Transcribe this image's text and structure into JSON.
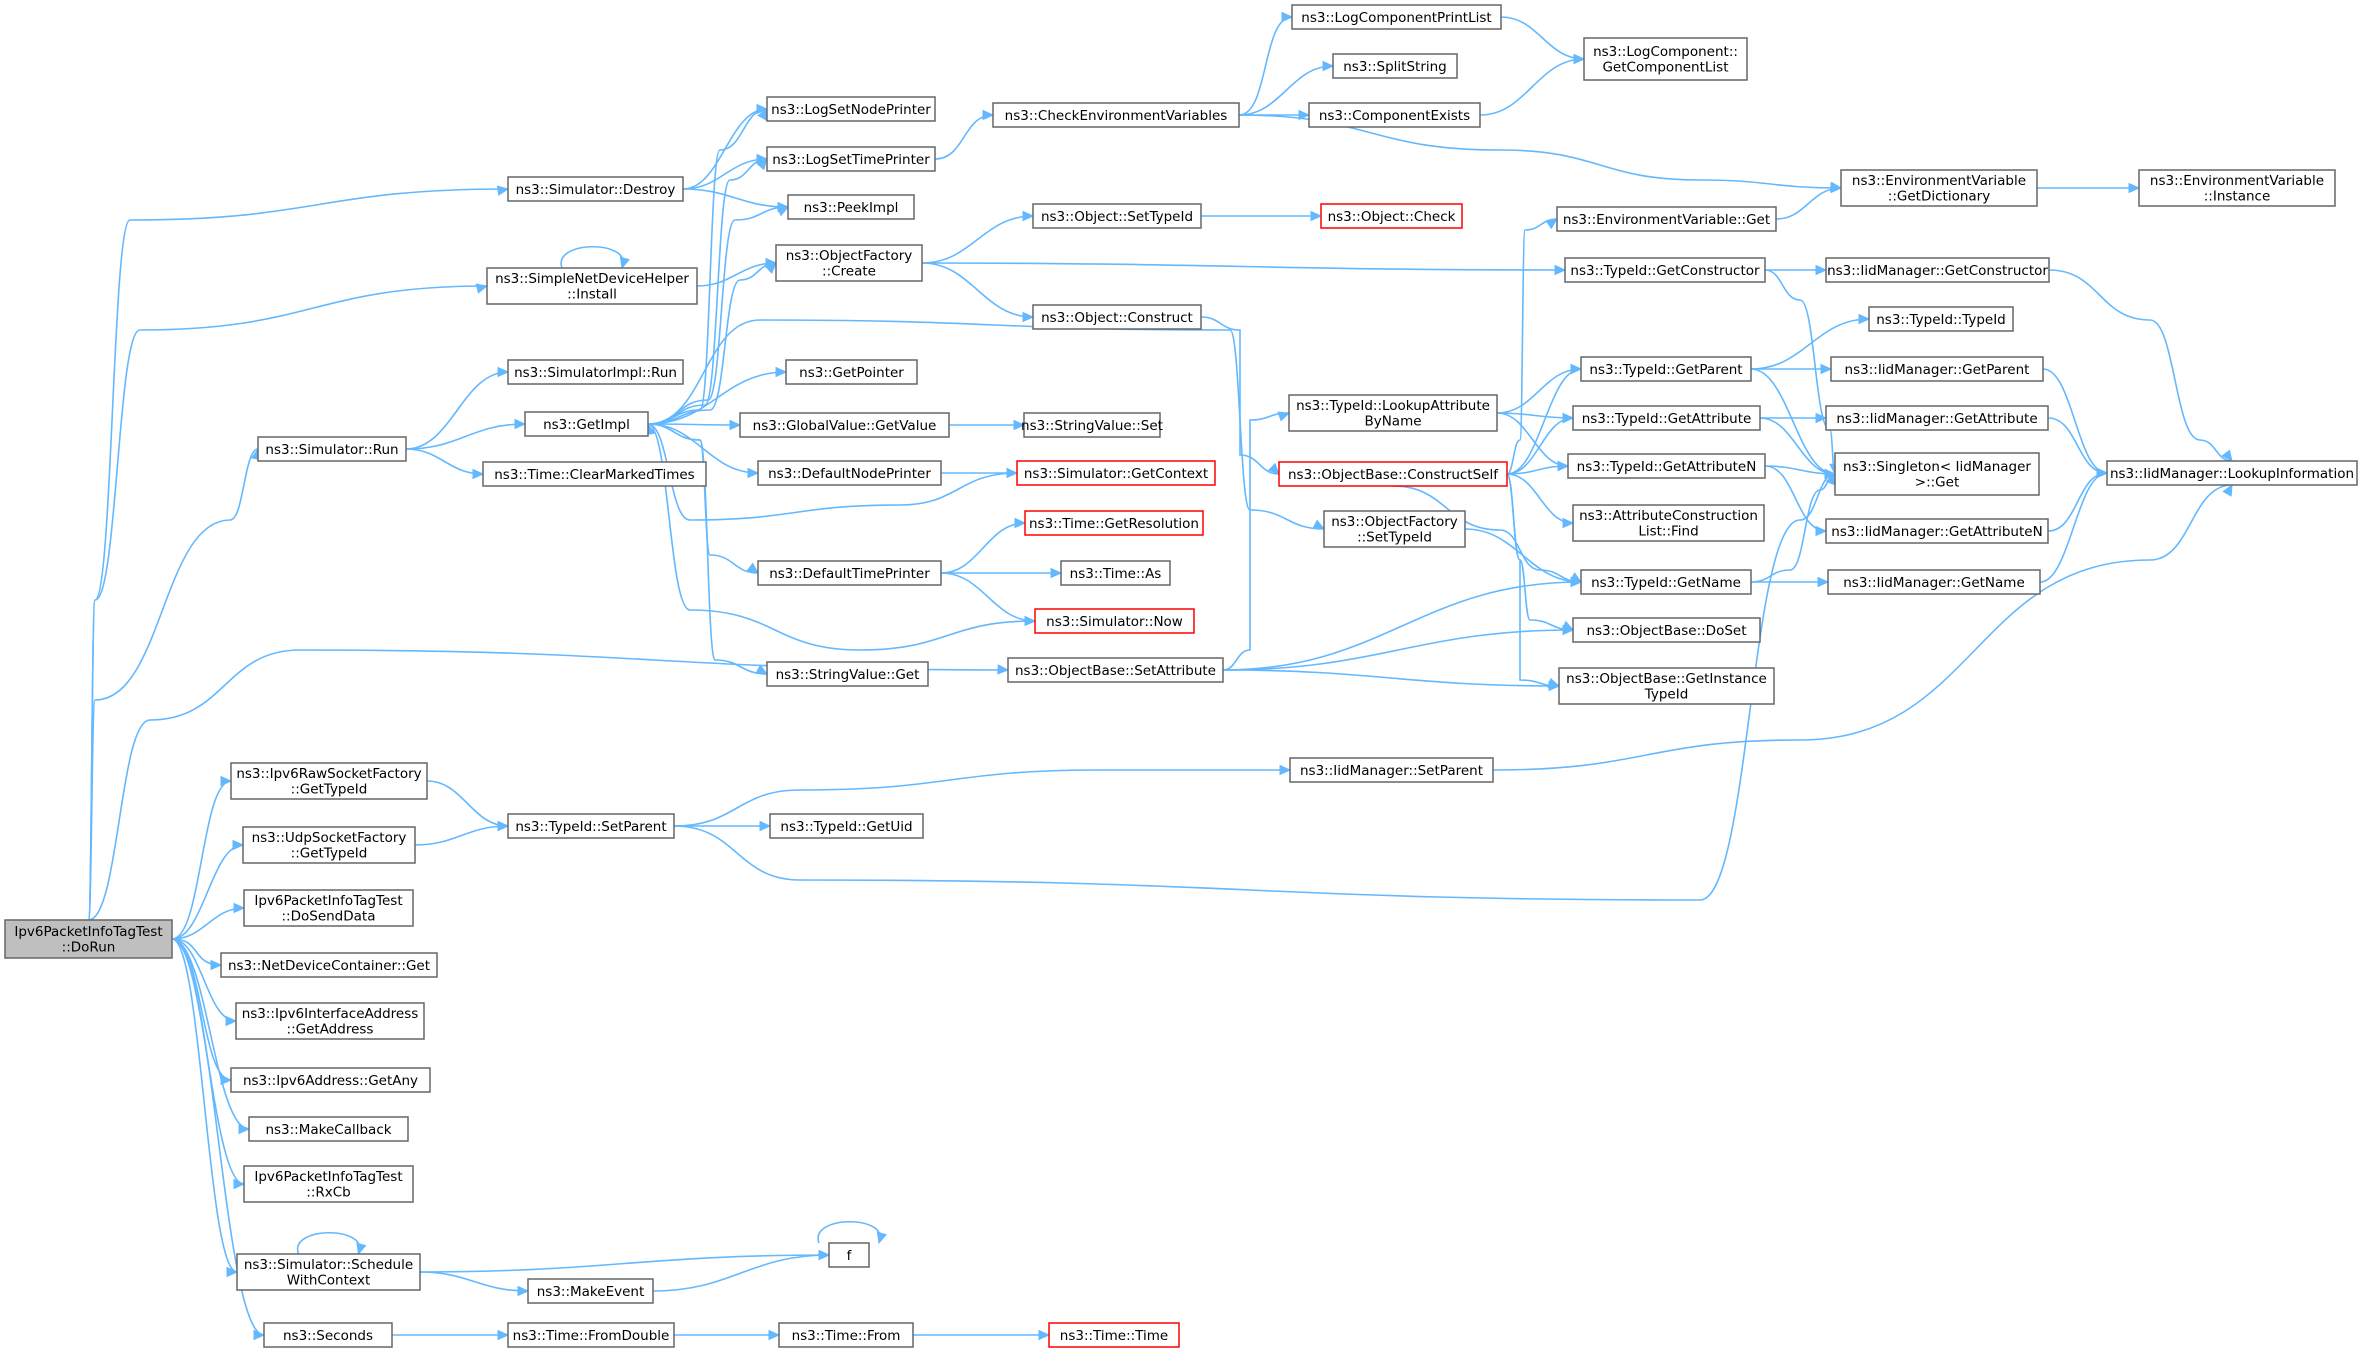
{
  "colors": {
    "edge": "#63b8ff",
    "node_border": "#666666",
    "node_fill": "#ffffff",
    "root_fill": "#bfbfbf",
    "truncated_border": "#ff0000"
  },
  "nodes": [
    {
      "id": "dorun",
      "label": [
        "Ipv6PacketInfoTagTest",
        "::DoRun"
      ],
      "style": "root"
    },
    {
      "id": "sim_destroy",
      "label": [
        "ns3::Simulator::Destroy"
      ]
    },
    {
      "id": "sndh_install",
      "label": [
        "ns3::SimpleNetDeviceHelper",
        "::Install"
      ]
    },
    {
      "id": "simimpl_run",
      "label": [
        "ns3::SimulatorImpl::Run"
      ]
    },
    {
      "id": "sim_run",
      "label": [
        "ns3::Simulator::Run"
      ]
    },
    {
      "id": "getimpl",
      "label": [
        "ns3::GetImpl"
      ]
    },
    {
      "id": "clearmarked",
      "label": [
        "ns3::Time::ClearMarkedTimes"
      ]
    },
    {
      "id": "logsetnode",
      "label": [
        "ns3::LogSetNodePrinter"
      ]
    },
    {
      "id": "logsettime",
      "label": [
        "ns3::LogSetTimePrinter"
      ]
    },
    {
      "id": "peekimpl",
      "label": [
        "ns3::PeekImpl"
      ]
    },
    {
      "id": "objf_create",
      "label": [
        "ns3::ObjectFactory",
        "::Create"
      ]
    },
    {
      "id": "getpointer",
      "label": [
        "ns3::GetPointer"
      ]
    },
    {
      "id": "gv_getvalue",
      "label": [
        "ns3::GlobalValue::GetValue"
      ]
    },
    {
      "id": "defnodeprinter",
      "label": [
        "ns3::DefaultNodePrinter"
      ]
    },
    {
      "id": "deftimeprinter",
      "label": [
        "ns3::DefaultTimePrinter"
      ]
    },
    {
      "id": "strval_get",
      "label": [
        "ns3::StringValue::Get"
      ]
    },
    {
      "id": "checkenv",
      "label": [
        "ns3::CheckEnvironmentVariables"
      ]
    },
    {
      "id": "obj_settypeid",
      "label": [
        "ns3::Object::SetTypeId"
      ]
    },
    {
      "id": "obj_construct",
      "label": [
        "ns3::Object::Construct"
      ]
    },
    {
      "id": "strval_set",
      "label": [
        "ns3::StringValue::Set"
      ]
    },
    {
      "id": "sim_getcontext",
      "label": [
        "ns3::Simulator::GetContext"
      ],
      "style": "truncated"
    },
    {
      "id": "time_getres",
      "label": [
        "ns3::Time::GetResolution"
      ],
      "style": "truncated"
    },
    {
      "id": "time_as",
      "label": [
        "ns3::Time::As"
      ]
    },
    {
      "id": "sim_now",
      "label": [
        "ns3::Simulator::Now"
      ],
      "style": "truncated"
    },
    {
      "id": "obj_check",
      "label": [
        "ns3::Object::Check"
      ],
      "style": "truncated"
    },
    {
      "id": "logcompprint",
      "label": [
        "ns3::LogComponentPrintList"
      ]
    },
    {
      "id": "splitstring",
      "label": [
        "ns3::SplitString"
      ]
    },
    {
      "id": "compexists",
      "label": [
        "ns3::ComponentExists"
      ]
    },
    {
      "id": "logcomp_getlist",
      "label": [
        "ns3::LogComponent::",
        "GetComponentList"
      ]
    },
    {
      "id": "envvar_getdict",
      "label": [
        "ns3::EnvironmentVariable",
        "::GetDictionary"
      ]
    },
    {
      "id": "envvar_instance",
      "label": [
        "ns3::EnvironmentVariable",
        "::Instance"
      ]
    },
    {
      "id": "envvar_get",
      "label": [
        "ns3::EnvironmentVariable::Get"
      ]
    },
    {
      "id": "tid_getctor",
      "label": [
        "ns3::TypeId::GetConstructor"
      ]
    },
    {
      "id": "iid_getctor",
      "label": [
        "ns3::IidManager::GetConstructor"
      ]
    },
    {
      "id": "tid_typeid",
      "label": [
        "ns3::TypeId::TypeId"
      ]
    },
    {
      "id": "tid_getparent",
      "label": [
        "ns3::TypeId::GetParent"
      ]
    },
    {
      "id": "iid_getparent",
      "label": [
        "ns3::IidManager::GetParent"
      ]
    },
    {
      "id": "tid_lookupattr",
      "label": [
        "ns3::TypeId::LookupAttribute",
        "ByName"
      ]
    },
    {
      "id": "tid_getattr",
      "label": [
        "ns3::TypeId::GetAttribute"
      ]
    },
    {
      "id": "iid_getattr",
      "label": [
        "ns3::IidManager::GetAttribute"
      ]
    },
    {
      "id": "ob_constructself",
      "label": [
        "ns3::ObjectBase::ConstructSelf"
      ],
      "style": "truncated"
    },
    {
      "id": "tid_getattrn",
      "label": [
        "ns3::TypeId::GetAttributeN"
      ]
    },
    {
      "id": "singleton_get",
      "label": [
        "ns3::Singleton< IidManager",
        ">::Get"
      ]
    },
    {
      "id": "iid_lookupinfo",
      "label": [
        "ns3::IidManager::LookupInformation"
      ]
    },
    {
      "id": "attrconst_find",
      "label": [
        "ns3::AttributeConstruction",
        "List::Find"
      ]
    },
    {
      "id": "iid_getattrn",
      "label": [
        "ns3::IidManager::GetAttributeN"
      ]
    },
    {
      "id": "objf_settypeid",
      "label": [
        "ns3::ObjectFactory",
        "::SetTypeId"
      ]
    },
    {
      "id": "tid_getname",
      "label": [
        "ns3::TypeId::GetName"
      ]
    },
    {
      "id": "iid_getname",
      "label": [
        "ns3::IidManager::GetName"
      ]
    },
    {
      "id": "ob_doset",
      "label": [
        "ns3::ObjectBase::DoSet"
      ]
    },
    {
      "id": "ob_setattr",
      "label": [
        "ns3::ObjectBase::SetAttribute"
      ]
    },
    {
      "id": "ob_getinstance",
      "label": [
        "ns3::ObjectBase::GetInstance",
        "TypeId"
      ]
    },
    {
      "id": "ipv6raw_gettypeid",
      "label": [
        "ns3::Ipv6RawSocketFactory",
        "::GetTypeId"
      ]
    },
    {
      "id": "iid_setparent",
      "label": [
        "ns3::IidManager::SetParent"
      ]
    },
    {
      "id": "tid_setparent",
      "label": [
        "ns3::TypeId::SetParent"
      ]
    },
    {
      "id": "tid_getuid",
      "label": [
        "ns3::TypeId::GetUid"
      ]
    },
    {
      "id": "udp_gettypeid",
      "label": [
        "ns3::UdpSocketFactory",
        "::GetTypeId"
      ]
    },
    {
      "id": "dosenddata",
      "label": [
        "Ipv6PacketInfoTagTest",
        "::DoSendData"
      ]
    },
    {
      "id": "ndc_get",
      "label": [
        "ns3::NetDeviceContainer::Get"
      ]
    },
    {
      "id": "ipv6ifaddr_getaddr",
      "label": [
        "ns3::Ipv6InterfaceAddress",
        "::GetAddress"
      ]
    },
    {
      "id": "ipv6addr_getany",
      "label": [
        "ns3::Ipv6Address::GetAny"
      ]
    },
    {
      "id": "makecallback",
      "label": [
        "ns3::MakeCallback"
      ]
    },
    {
      "id": "rxcb",
      "label": [
        "Ipv6PacketInfoTagTest",
        "::RxCb"
      ]
    },
    {
      "id": "sim_schedwithctx",
      "label": [
        "ns3::Simulator::Schedule",
        "WithContext"
      ]
    },
    {
      "id": "f",
      "label": [
        "f"
      ]
    },
    {
      "id": "makeevent",
      "label": [
        "ns3::MakeEvent"
      ]
    },
    {
      "id": "seconds",
      "label": [
        "ns3::Seconds"
      ]
    },
    {
      "id": "time_fromdouble",
      "label": [
        "ns3::Time::FromDouble"
      ]
    },
    {
      "id": "time_from",
      "label": [
        "ns3::Time::From"
      ]
    },
    {
      "id": "time_time",
      "label": [
        "ns3::Time::Time"
      ],
      "style": "truncated"
    }
  ],
  "edges": [
    [
      "dorun",
      "sim_destroy"
    ],
    [
      "dorun",
      "sndh_install"
    ],
    [
      "dorun",
      "sim_run"
    ],
    [
      "dorun",
      "ob_setattr"
    ],
    [
      "dorun",
      "ipv6raw_gettypeid"
    ],
    [
      "dorun",
      "udp_gettypeid"
    ],
    [
      "dorun",
      "dosenddata"
    ],
    [
      "dorun",
      "ndc_get"
    ],
    [
      "dorun",
      "ipv6ifaddr_getaddr"
    ],
    [
      "dorun",
      "ipv6addr_getany"
    ],
    [
      "dorun",
      "makecallback"
    ],
    [
      "dorun",
      "rxcb"
    ],
    [
      "dorun",
      "sim_schedwithctx"
    ],
    [
      "dorun",
      "seconds"
    ],
    [
      "sim_destroy",
      "logsetnode"
    ],
    [
      "sim_destroy",
      "logsettime"
    ],
    [
      "sim_destroy",
      "peekimpl"
    ],
    [
      "sndh_install",
      "sndh_install"
    ],
    [
      "sndh_install",
      "objf_create"
    ],
    [
      "sim_run",
      "simimpl_run"
    ],
    [
      "sim_run",
      "getimpl"
    ],
    [
      "sim_run",
      "clearmarked"
    ],
    [
      "getimpl",
      "logsetnode"
    ],
    [
      "getimpl",
      "logsettime"
    ],
    [
      "getimpl",
      "peekimpl"
    ],
    [
      "getimpl",
      "objf_create"
    ],
    [
      "getimpl",
      "objf_settypeid"
    ],
    [
      "getimpl",
      "getpointer"
    ],
    [
      "getimpl",
      "gv_getvalue"
    ],
    [
      "getimpl",
      "defnodeprinter"
    ],
    [
      "getimpl",
      "deftimeprinter"
    ],
    [
      "getimpl",
      "strval_get"
    ],
    [
      "sim_getcontext",
      "getimpl"
    ],
    [
      "sim_now",
      "getimpl"
    ],
    [
      "logsettime",
      "checkenv"
    ],
    [
      "checkenv",
      "logcompprint"
    ],
    [
      "checkenv",
      "splitstring"
    ],
    [
      "checkenv",
      "compexists"
    ],
    [
      "checkenv",
      "envvar_getdict"
    ],
    [
      "logcompprint",
      "logcomp_getlist"
    ],
    [
      "compexists",
      "logcomp_getlist"
    ],
    [
      "objf_create",
      "obj_settypeid"
    ],
    [
      "objf_create",
      "obj_construct"
    ],
    [
      "objf_create",
      "tid_getctor"
    ],
    [
      "obj_settypeid",
      "obj_check"
    ],
    [
      "obj_construct",
      "ob_constructself"
    ],
    [
      "gv_getvalue",
      "strval_set"
    ],
    [
      "defnodeprinter",
      "sim_getcontext"
    ],
    [
      "deftimeprinter",
      "time_getres"
    ],
    [
      "deftimeprinter",
      "time_as"
    ],
    [
      "deftimeprinter",
      "sim_now"
    ],
    [
      "envvar_getdict",
      "envvar_instance"
    ],
    [
      "envvar_get",
      "envvar_getdict"
    ],
    [
      "tid_getctor",
      "iid_getctor"
    ],
    [
      "tid_getctor",
      "singleton_get"
    ],
    [
      "iid_getctor",
      "iid_lookupinfo"
    ],
    [
      "tid_getparent",
      "tid_typeid"
    ],
    [
      "tid_getparent",
      "iid_getparent"
    ],
    [
      "tid_getparent",
      "singleton_get"
    ],
    [
      "iid_getparent",
      "iid_lookupinfo"
    ],
    [
      "tid_lookupattr",
      "tid_getparent"
    ],
    [
      "tid_lookupattr",
      "tid_getattr"
    ],
    [
      "tid_lookupattr",
      "tid_getattrn"
    ],
    [
      "tid_getattr",
      "iid_getattr"
    ],
    [
      "tid_getattr",
      "singleton_get"
    ],
    [
      "iid_getattr",
      "iid_lookupinfo"
    ],
    [
      "tid_getattrn",
      "singleton_get"
    ],
    [
      "tid_getattrn",
      "iid_getattrn"
    ],
    [
      "iid_getattrn",
      "iid_lookupinfo"
    ],
    [
      "ob_constructself",
      "envvar_get"
    ],
    [
      "ob_constructself",
      "tid_getparent"
    ],
    [
      "ob_constructself",
      "tid_getattr"
    ],
    [
      "ob_constructself",
      "tid_getattrn"
    ],
    [
      "ob_constructself",
      "attrconst_find"
    ],
    [
      "ob_constructself",
      "tid_getname"
    ],
    [
      "ob_constructself",
      "ob_doset"
    ],
    [
      "ob_constructself",
      "ob_getinstance"
    ],
    [
      "objf_settypeid",
      "tid_getname"
    ],
    [
      "tid_getname",
      "singleton_get"
    ],
    [
      "tid_getname",
      "iid_getname"
    ],
    [
      "iid_getname",
      "iid_lookupinfo"
    ],
    [
      "ob_setattr",
      "tid_lookupattr"
    ],
    [
      "ob_setattr",
      "tid_getname"
    ],
    [
      "ob_setattr",
      "ob_doset"
    ],
    [
      "ob_setattr",
      "ob_getinstance"
    ],
    [
      "ipv6raw_gettypeid",
      "tid_setparent"
    ],
    [
      "udp_gettypeid",
      "tid_setparent"
    ],
    [
      "tid_setparent",
      "iid_setparent"
    ],
    [
      "tid_setparent",
      "tid_getuid"
    ],
    [
      "tid_setparent",
      "singleton_get"
    ],
    [
      "iid_setparent",
      "iid_lookupinfo"
    ],
    [
      "sim_schedwithctx",
      "sim_schedwithctx"
    ],
    [
      "sim_schedwithctx",
      "f"
    ],
    [
      "sim_schedwithctx",
      "makeevent"
    ],
    [
      "f",
      "f"
    ],
    [
      "makeevent",
      "f"
    ],
    [
      "seconds",
      "time_fromdouble"
    ],
    [
      "time_fromdouble",
      "time_from"
    ],
    [
      "time_from",
      "time_time"
    ]
  ]
}
